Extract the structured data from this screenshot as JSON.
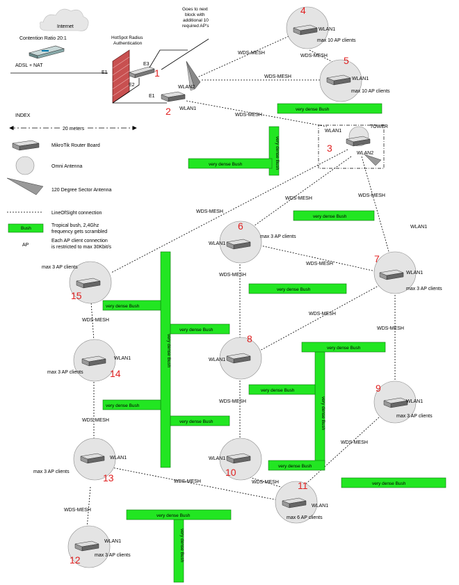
{
  "top": {
    "internet": "Internet",
    "contention": "Contention Ratio 20:1",
    "adsl": "ADSL + NAT",
    "hotspot": [
      "HotSpot Radius",
      "Authentication"
    ],
    "next_block": [
      "Goes to next",
      "block with",
      "additional 10",
      "required AP's"
    ],
    "e1": "E1",
    "e2": "E2",
    "e3": "E3",
    "e1b": "E1"
  },
  "index": {
    "title": "INDEX",
    "scale": "20 meters",
    "router": "MikroTik Router Board",
    "omni": "Omni Antenna",
    "sector": "120 Degree Sector Antenna",
    "los": "LineOfSight connection",
    "bush_swatch": "Bush",
    "bush_text": [
      "Tropical bush, 2,4Ghz",
      "frequency gets scrambled"
    ],
    "ap": "AP",
    "ap_text": [
      "Each AP client connection",
      "is restricted to max 30Kbit/s"
    ]
  },
  "labels": {
    "wlan1": "WLAN1",
    "wlan2": "WLAN2",
    "tower": "TOWER",
    "mesh": "WDS-MESH",
    "dense": "very dense Bush",
    "max10": "max 10 AP clients",
    "max3": "max 3 AP clients",
    "max6": "max 6 AP clients"
  },
  "nodes": [
    "1",
    "2",
    "3",
    "4",
    "5",
    "6",
    "7",
    "8",
    "9",
    "10",
    "11",
    "12",
    "13",
    "14",
    "15"
  ],
  "colors": {
    "bush": "#22e622",
    "node_num": "#e02020",
    "omni": "#e4e4e4",
    "router": "#555555"
  }
}
